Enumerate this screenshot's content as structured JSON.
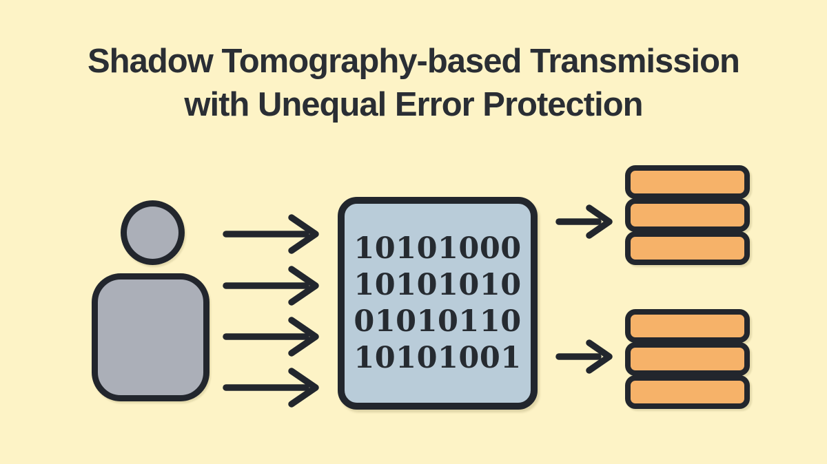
{
  "title": {
    "line1": "Shadow Tomography-based Transmission",
    "line2": "with Unequal Error Protection"
  },
  "binary": {
    "lines": [
      "10101000",
      "10101010",
      "01010110",
      "10101001"
    ]
  },
  "storage": {
    "stacks": [
      {
        "id": "top",
        "bars": 3
      },
      {
        "id": "bottom",
        "bars": 3
      }
    ]
  },
  "arrows": {
    "sender_to_encoder_count": 4,
    "encoder_to_storage_count": 2
  },
  "colors": {
    "background": "#FDF3C6",
    "box_fill": "#B9CCD9",
    "bar_fill": "#F6B269",
    "person_fill": "#ABAFB8",
    "stroke": "#22262D",
    "title_text": "#2A2E34",
    "binary_text": "#262B31"
  }
}
